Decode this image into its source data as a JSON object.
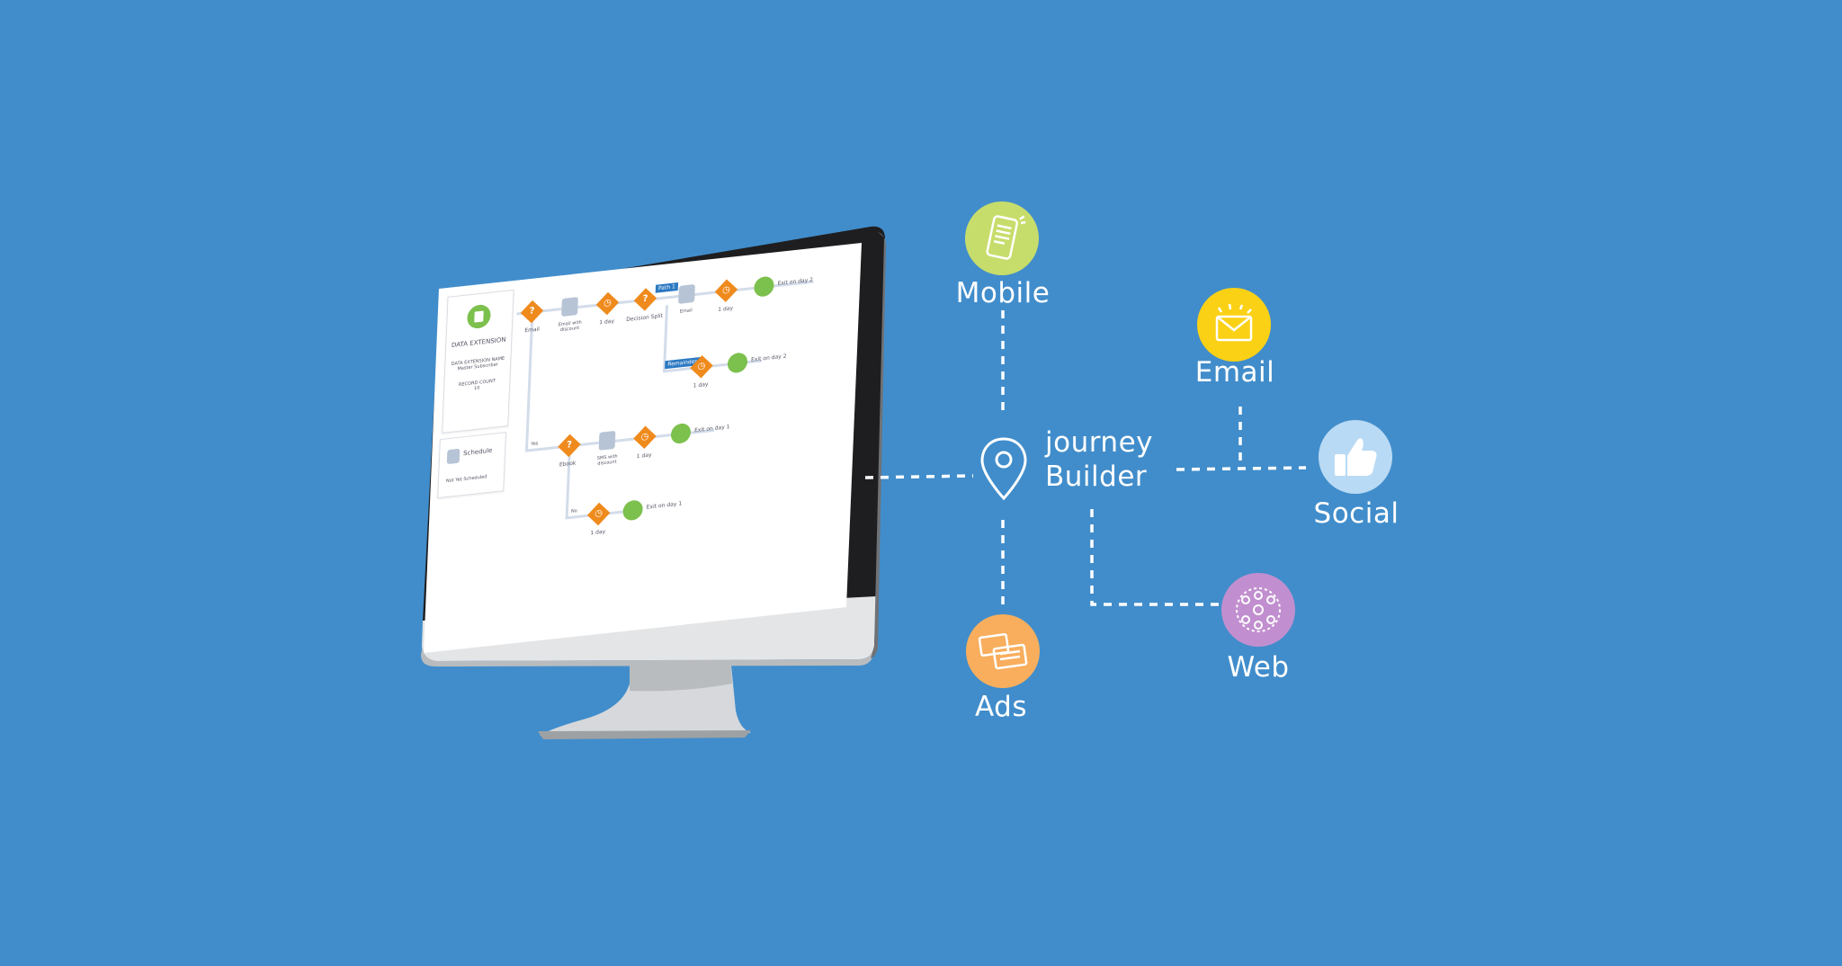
{
  "hub": {
    "line1": "journey",
    "line2": "Builder"
  },
  "channels": {
    "mobile": {
      "label": "Mobile",
      "color": "#c7dd6b"
    },
    "email": {
      "label": "Email",
      "color": "#fbd116"
    },
    "social": {
      "label": "Social",
      "color": "#b9daf4"
    },
    "web": {
      "label": "Web",
      "color": "#c18fcf"
    },
    "ads": {
      "label": "Ads",
      "color": "#f8ae5d"
    }
  },
  "screen": {
    "data_extension": {
      "title": "DATA EXTENSION",
      "sub": "DATA EXTENSION NAME\nMaster Subscriber",
      "count": "RECORD COUNT\n10"
    },
    "schedule": {
      "title": "Schedule",
      "sub": "Not Yet Scheduled"
    },
    "labels": {
      "email": "Email",
      "email_discount": "Email with discount",
      "day_1a": "1 day",
      "decision_split": "Decision Split",
      "path1": "Path 1",
      "email2": "Email",
      "day_1b": "1 day",
      "exit_day2_a": "Exit on day 2",
      "remainder": "Remainder",
      "day_1c": "1 day",
      "exit_day2_b": "Exit on day 2",
      "ebook": "Ebook",
      "sms_discount": "SMS with discount",
      "day_1d": "1 day",
      "exit_day1_a": "Exit on day 1",
      "day_1e": "1 day",
      "exit_day1_b": "Exit on day 1",
      "yes": "Yes",
      "no": "No"
    }
  },
  "colors": {
    "background": "#418dcb",
    "orange": "#ef8a1d",
    "green": "#7cc04d",
    "blue_tag": "#2b79c2"
  }
}
